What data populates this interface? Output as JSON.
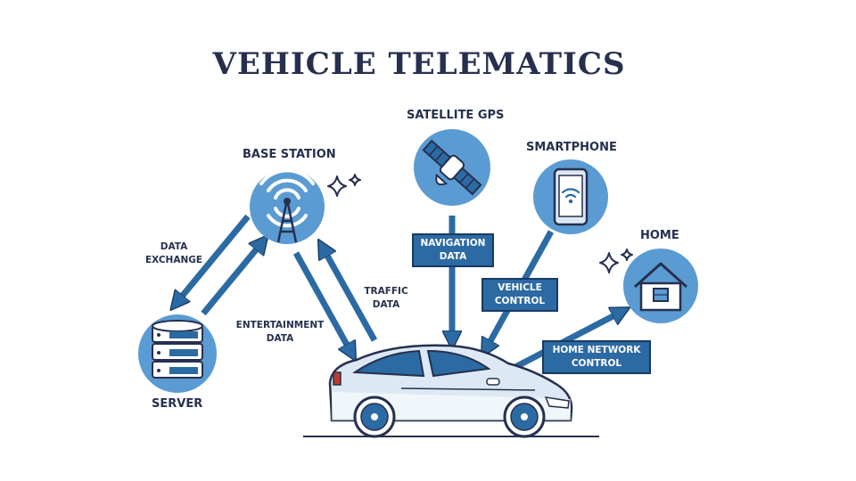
{
  "title": "VEHICLE TELEMATICS",
  "nodes": {
    "base_station": "BASE STATION",
    "satellite": "SATELLITE GPS",
    "smartphone": "SMARTPHONE",
    "home": "HOME",
    "server": "SERVER"
  },
  "flows": {
    "data_exchange": [
      "DATA",
      "EXCHANGE"
    ],
    "entertainment": [
      "ENTERTAINMENT",
      "DATA"
    ],
    "traffic": [
      "TRAFFIC",
      "DATA"
    ],
    "navigation": [
      "NAVIGATION",
      "DATA"
    ],
    "vehicle_control": [
      "VEHICLE",
      "CONTROL"
    ],
    "home_network": [
      "HOME NETWORK",
      "CONTROL"
    ]
  },
  "colors": {
    "navy": "#26304e",
    "accent_blue": "#2c6aa3",
    "light_blue": "#5b9bd3",
    "pale_blue": "#dce9f5"
  }
}
